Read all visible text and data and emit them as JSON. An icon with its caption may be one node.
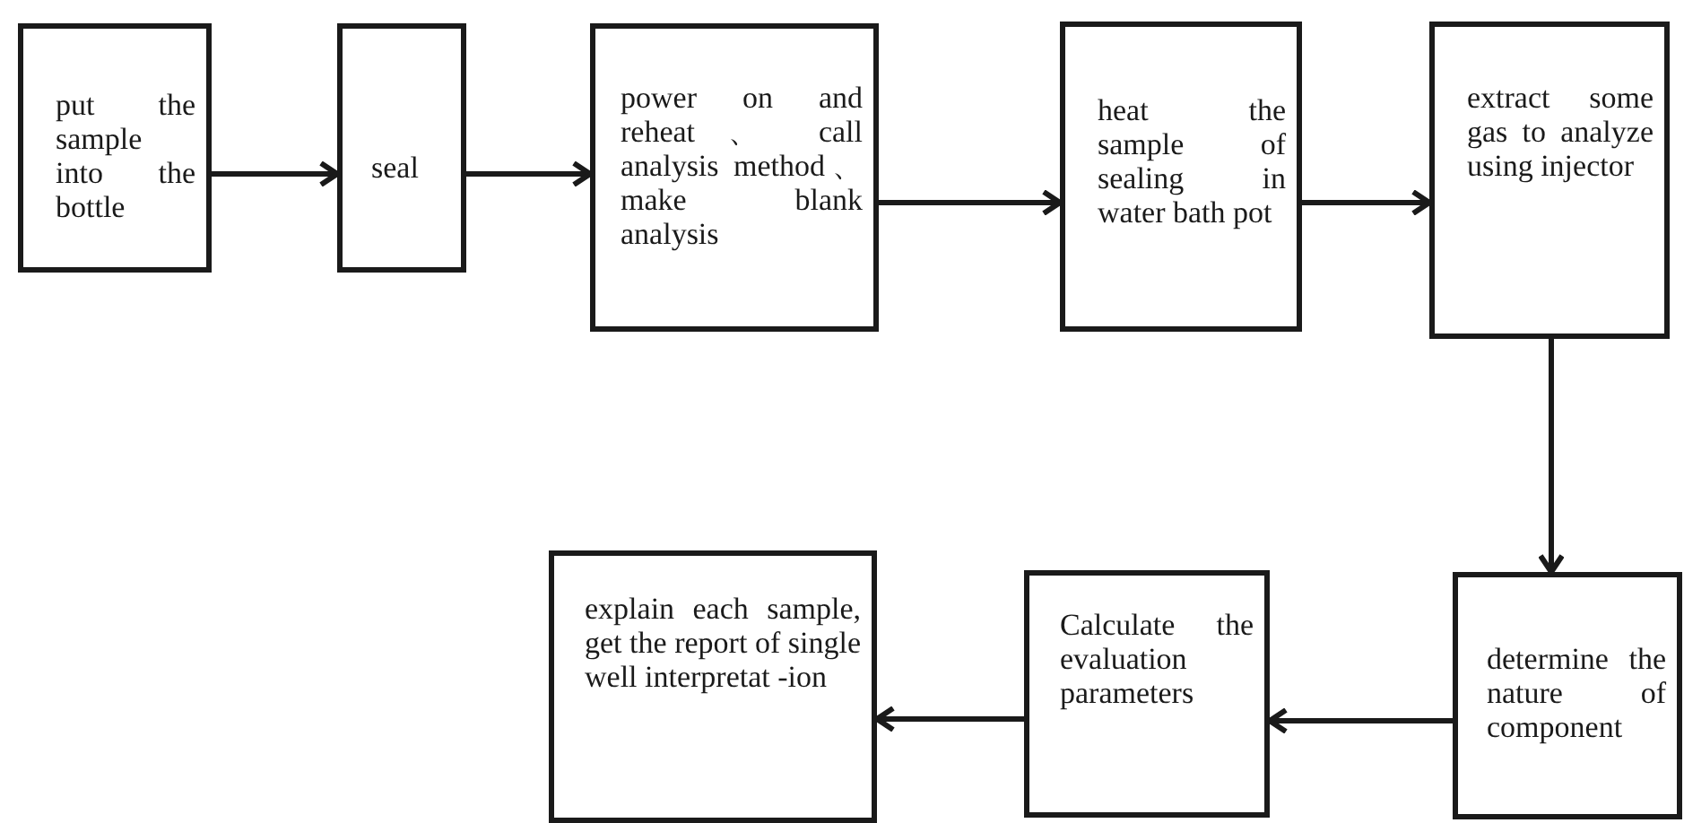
{
  "diagram": {
    "nodes": [
      {
        "text": [
          "put the sample into the bottle"
        ]
      },
      {
        "text": [
          "seal"
        ]
      },
      {
        "text": [
          "power on and reheat 、 call analysis method、 make blank analysis"
        ]
      },
      {
        "text": [
          "heat the sample of sealing in water bath pot"
        ]
      },
      {
        "text": [
          "extract some gas to analyze using injector"
        ]
      },
      {
        "text": [
          "determine the nature of component"
        ]
      },
      {
        "text": [
          "Calculate the evaluation parameters"
        ]
      },
      {
        "text": [
          "explain each sample, get the report of single well interpretat -ion"
        ]
      }
    ],
    "edges": [
      {
        "from": 0,
        "to": 1,
        "arrow": "to"
      },
      {
        "from": 1,
        "to": 2,
        "arrow": "to"
      },
      {
        "from": 2,
        "to": 3,
        "arrow": "to"
      },
      {
        "from": 3,
        "to": 4,
        "arrow": "to"
      },
      {
        "from": 4,
        "to": 5,
        "arrow": "to"
      },
      {
        "from": 5,
        "to": 6,
        "arrow": "to"
      },
      {
        "from": 6,
        "to": 7,
        "arrow": "to"
      }
    ]
  }
}
